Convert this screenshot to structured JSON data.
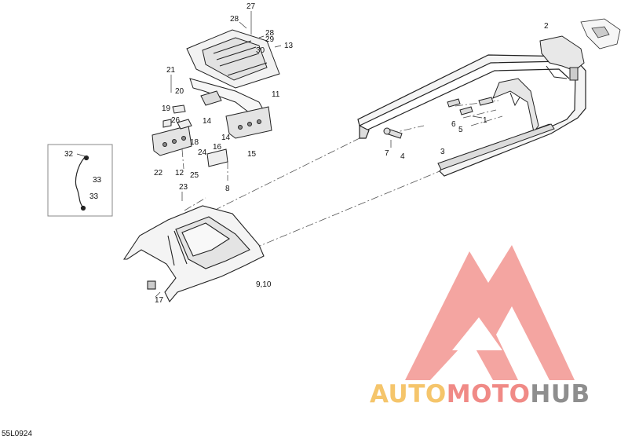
{
  "diagram_code": "55L0924",
  "logo": {
    "part1": "AUTO",
    "part2": "MOTO",
    "part3": "HUB",
    "colors": {
      "part1": "#f5c56b",
      "part2": "#f08a86",
      "part3": "#8e8e8e",
      "mark": "#f07e78"
    }
  },
  "callouts": {
    "c1": "1",
    "c2": "2",
    "c3": "3",
    "c4": "4",
    "c5": "5",
    "c6": "6",
    "c7": "7",
    "c8": "8",
    "c910": "9,10",
    "c11": "11",
    "c12": "12",
    "c13": "13",
    "c14a": "14",
    "c14b": "14",
    "c15": "15",
    "c16": "16",
    "c17": "17",
    "c18": "18",
    "c19": "19",
    "c20": "20",
    "c21": "21",
    "c22": "22",
    "c23": "23",
    "c24": "24",
    "c25": "25",
    "c26": "26",
    "c27": "27",
    "c28a": "28",
    "c28b": "28",
    "c29": "29",
    "c30": "30",
    "c32": "32",
    "c33a": "33",
    "c33b": "33"
  }
}
